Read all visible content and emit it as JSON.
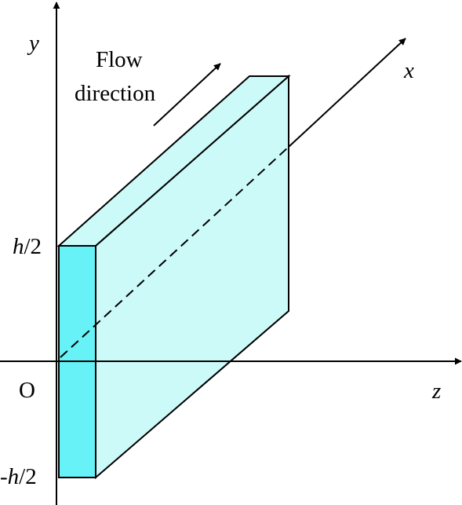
{
  "labels": {
    "y_axis": "y",
    "x_axis": "x",
    "z_axis": "z",
    "origin": "O",
    "flow_line1": "Flow",
    "flow_line2": "direction",
    "top_h": "h",
    "top_suffix": "/2",
    "bottom_prefix": "-",
    "bottom_h": "h",
    "bottom_suffix": "/2"
  },
  "colors": {
    "front_face": "#66f2f6",
    "side_face": "#ccfaf8",
    "top_face": "#ccfaf8",
    "stroke": "#000000"
  }
}
